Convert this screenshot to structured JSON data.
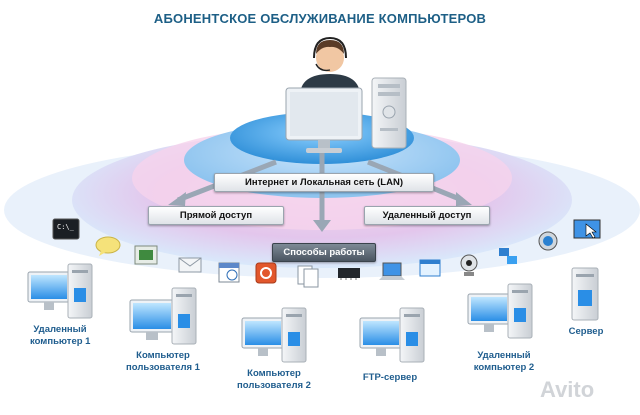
{
  "title": "АБОНЕНТСКОЕ ОБСЛУЖИВАНИЕ КОМПЬЮТЕРОВ",
  "pills": {
    "internet": "Интернет и Локальная сеть (LAN)",
    "direct": "Прямой доступ",
    "remote": "Удаленный доступ",
    "methods": "Способы работы"
  },
  "nodes": [
    {
      "line1": "Удаленный",
      "line2": "компьютер 1"
    },
    {
      "line1": "Компьютер",
      "line2": "пользователя 1"
    },
    {
      "line1": "Компьютер",
      "line2": "пользователя 2"
    },
    {
      "line1": "FTP-сервер",
      "line2": ""
    },
    {
      "line1": "Удаленный",
      "line2": "компьютер 2"
    },
    {
      "line1": "Сервер",
      "line2": ""
    }
  ],
  "watermark": "Avito",
  "colors": {
    "title": "#1d5f86",
    "label": "#1f5d8e",
    "accent": "#2f8fd8"
  },
  "icons": [
    "terminal-icon",
    "chat-bubble-icon",
    "chip-board-icon",
    "envelope-icon",
    "calendar-icon",
    "alert-icon",
    "documents-icon",
    "memory-chip-icon",
    "laptop-icon",
    "window-icon",
    "webcam-icon",
    "network-icon",
    "speaker-icon",
    "monitor-cursor-icon"
  ]
}
